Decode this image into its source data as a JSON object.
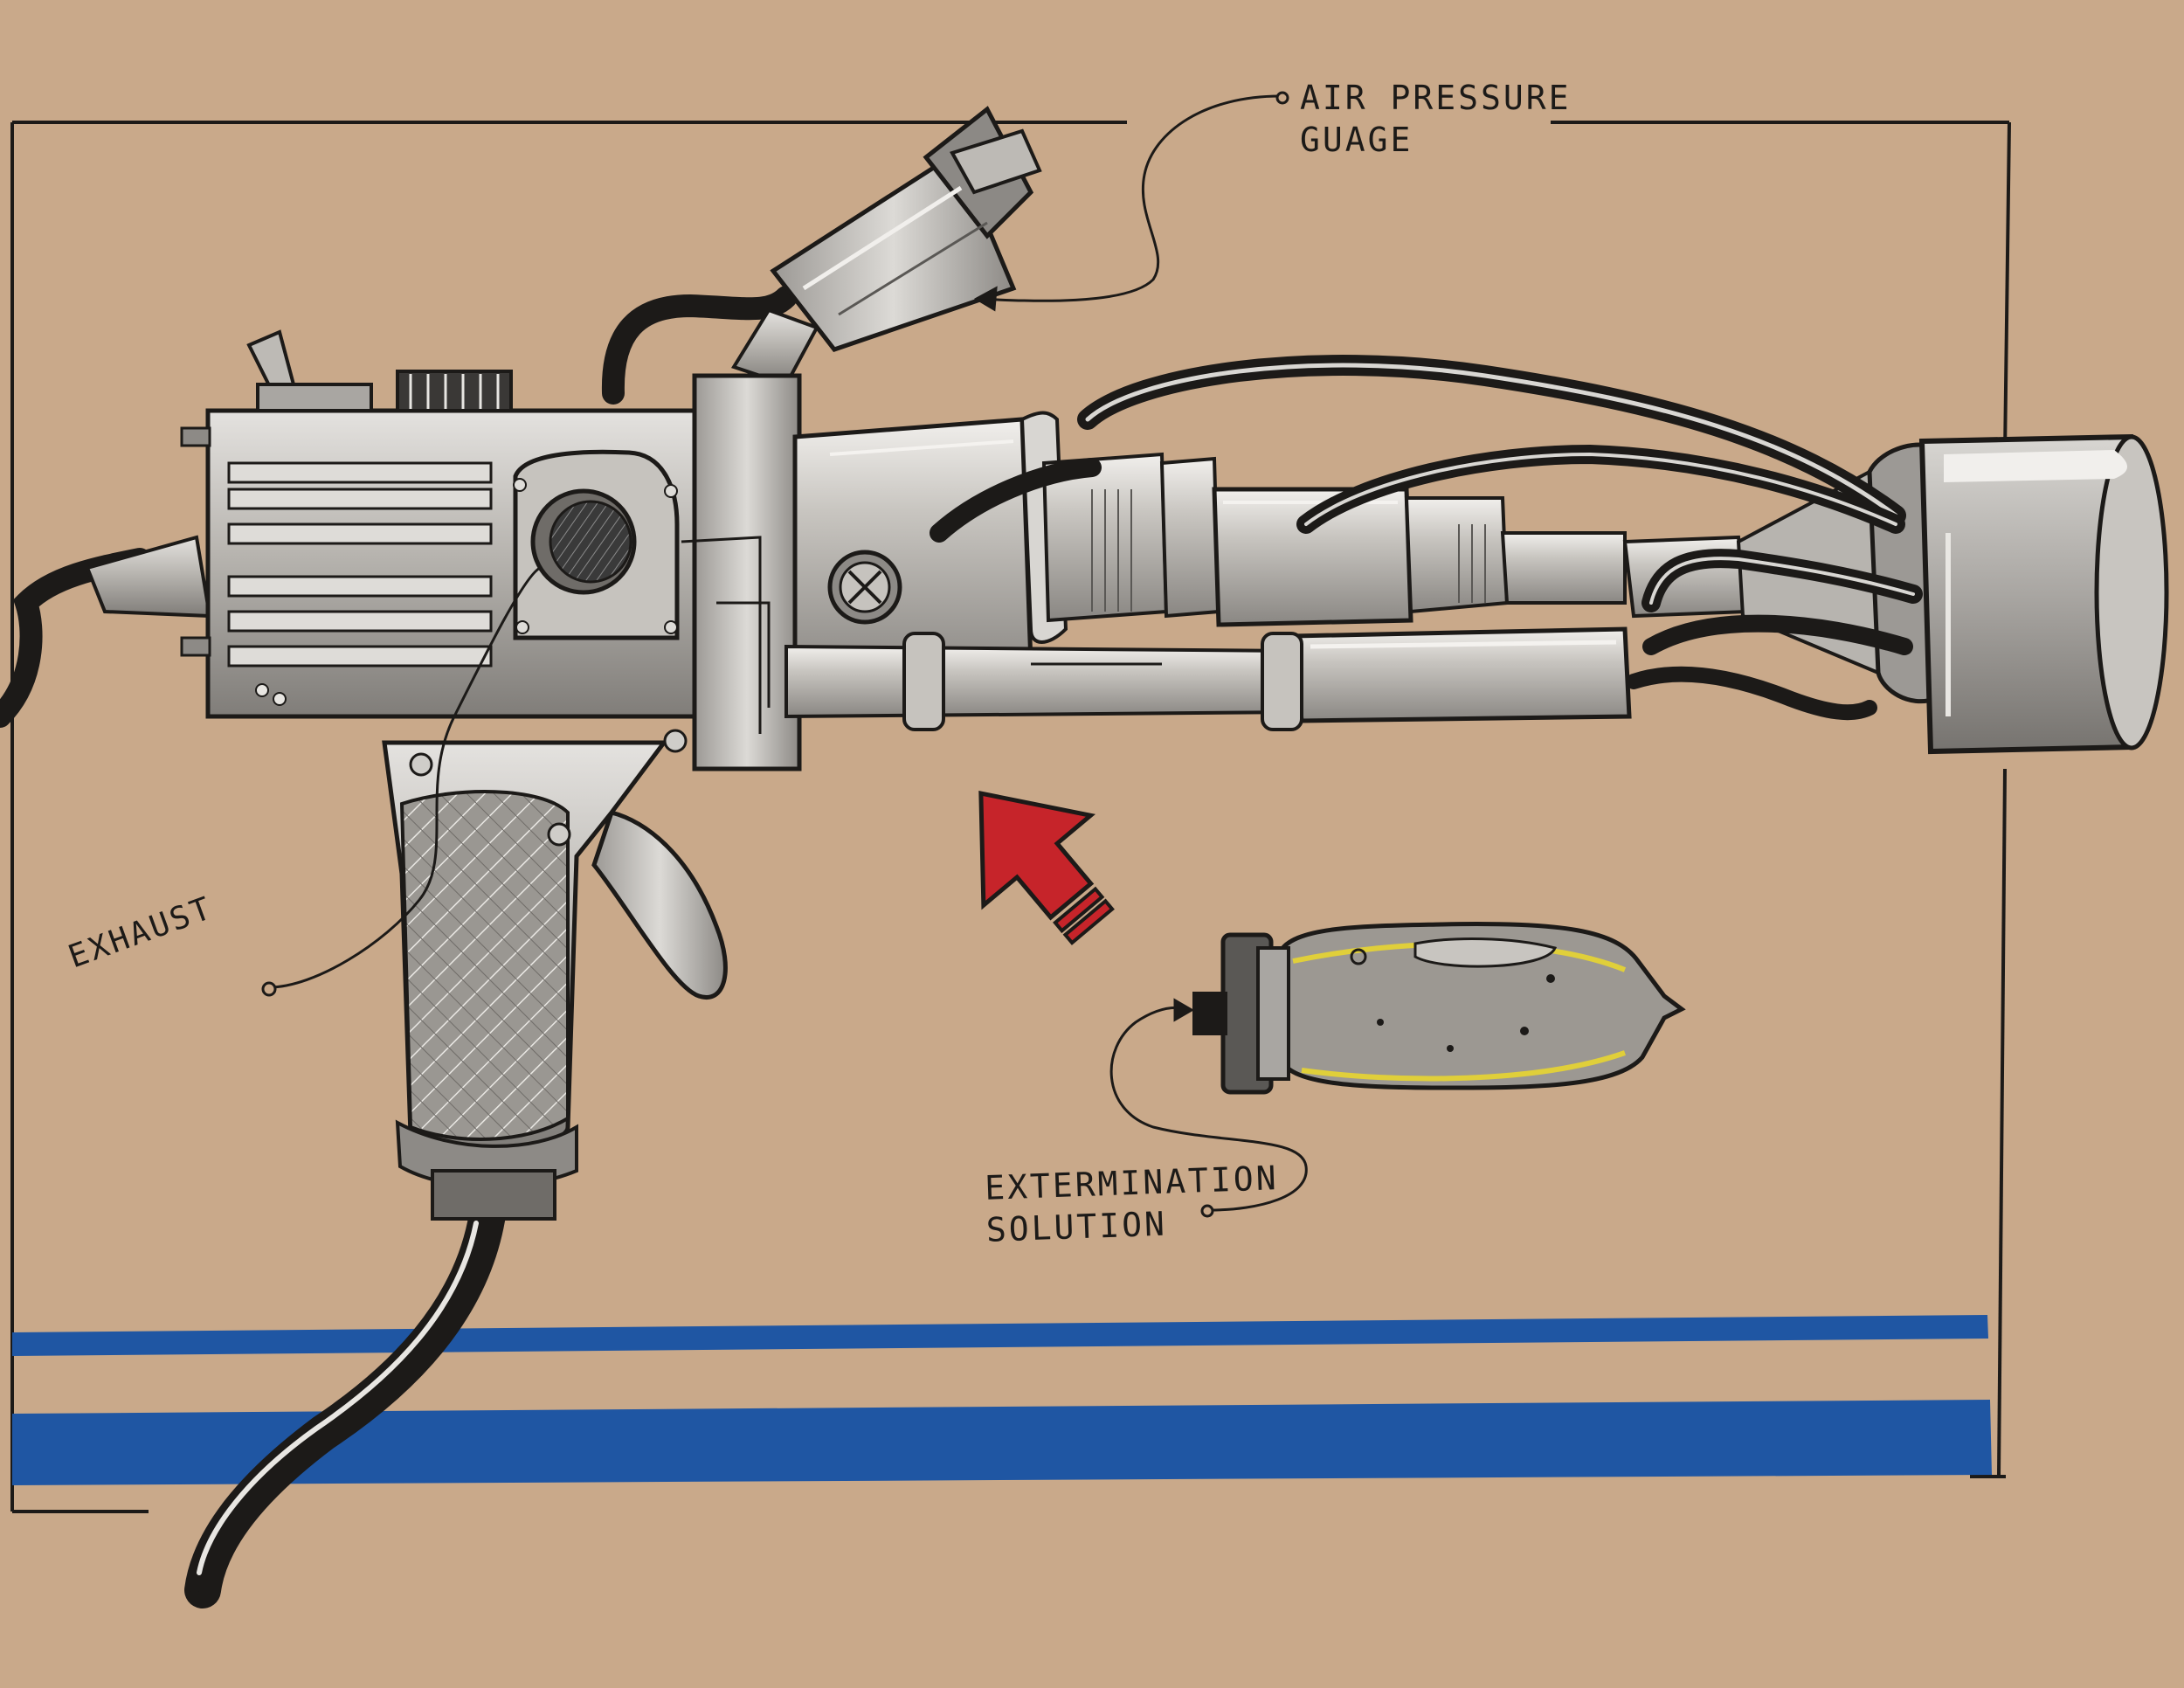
{
  "callouts": {
    "air_pressure": {
      "line1": "AIR PRESSURE",
      "line2": "GUAGE"
    },
    "exhaust": {
      "text": "EXHAUST"
    },
    "extermination": {
      "line1": "EXTERMINATION",
      "line2": "SOLUTION"
    }
  },
  "colors": {
    "paper": "#c9a98a",
    "ink": "#1c1a18",
    "metal": "#bdbab5",
    "metal_dark": "#7c7a77",
    "cable": "#2b2b2b",
    "stripe_blue": "#1f56a3",
    "arrow_red": "#c6242a"
  },
  "icons": {
    "pointer_arrow": "red-arrow-icon",
    "vent": "vent-grille-icon",
    "valve": "valve-cross-icon"
  }
}
